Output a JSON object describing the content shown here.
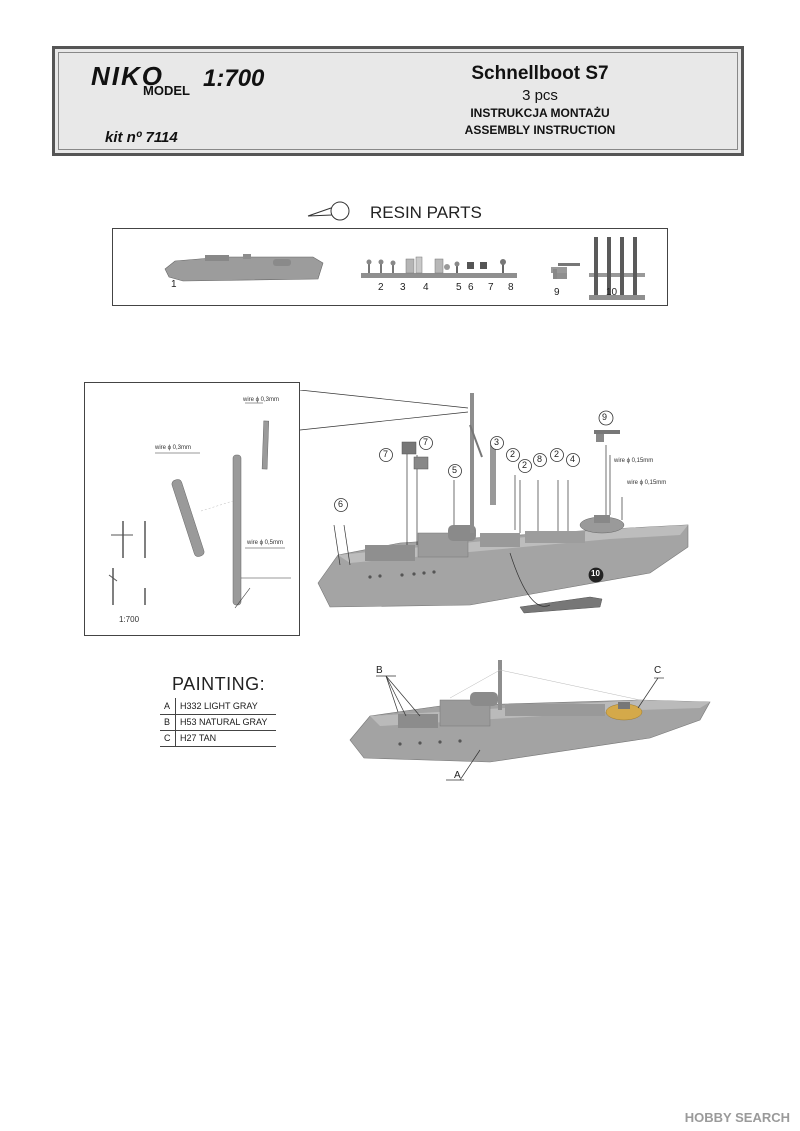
{
  "header": {
    "logo_text": "NIKO",
    "logo_sub": "MODEL",
    "scale": "1:700",
    "kit_number": "kit nº 7114",
    "title": "Schnellboot S7",
    "pieces": "3 pcs",
    "subtitle_pl": "INSTRUKCJA MONTAŻU",
    "subtitle_en": "ASSEMBLY INSTRUCTION"
  },
  "resin": {
    "label": "RESIN PARTS",
    "part_numbers": [
      "1",
      "2",
      "3",
      "4",
      "5",
      "6",
      "7",
      "8",
      "9",
      "10"
    ]
  },
  "detail": {
    "wire1": "wire ɸ 0,3mm",
    "wire2": "wire ɸ 0,3mm",
    "wire3": "wire ɸ 0,5mm",
    "scale": "1:700"
  },
  "assembly": {
    "callouts": [
      "9",
      "3",
      "7",
      "7",
      "5",
      "2",
      "2",
      "8",
      "2",
      "4",
      "6",
      "10"
    ],
    "wire_a": "wire ɸ 0,15mm",
    "wire_b": "wire ɸ 0,15mm"
  },
  "painting": {
    "title": "PAINTING:",
    "colors": [
      {
        "key": "A",
        "name": "H332 LIGHT GRAY"
      },
      {
        "key": "B",
        "name": "H53 NATURAL GRAY"
      },
      {
        "key": "C",
        "name": "H27 TAN"
      }
    ],
    "callout_a": "A",
    "callout_b": "B",
    "callout_c": "C",
    "tan_color": "#d4a94a",
    "hull_color": "#a3a3a3"
  },
  "watermark": "HOBBY SEARCH"
}
